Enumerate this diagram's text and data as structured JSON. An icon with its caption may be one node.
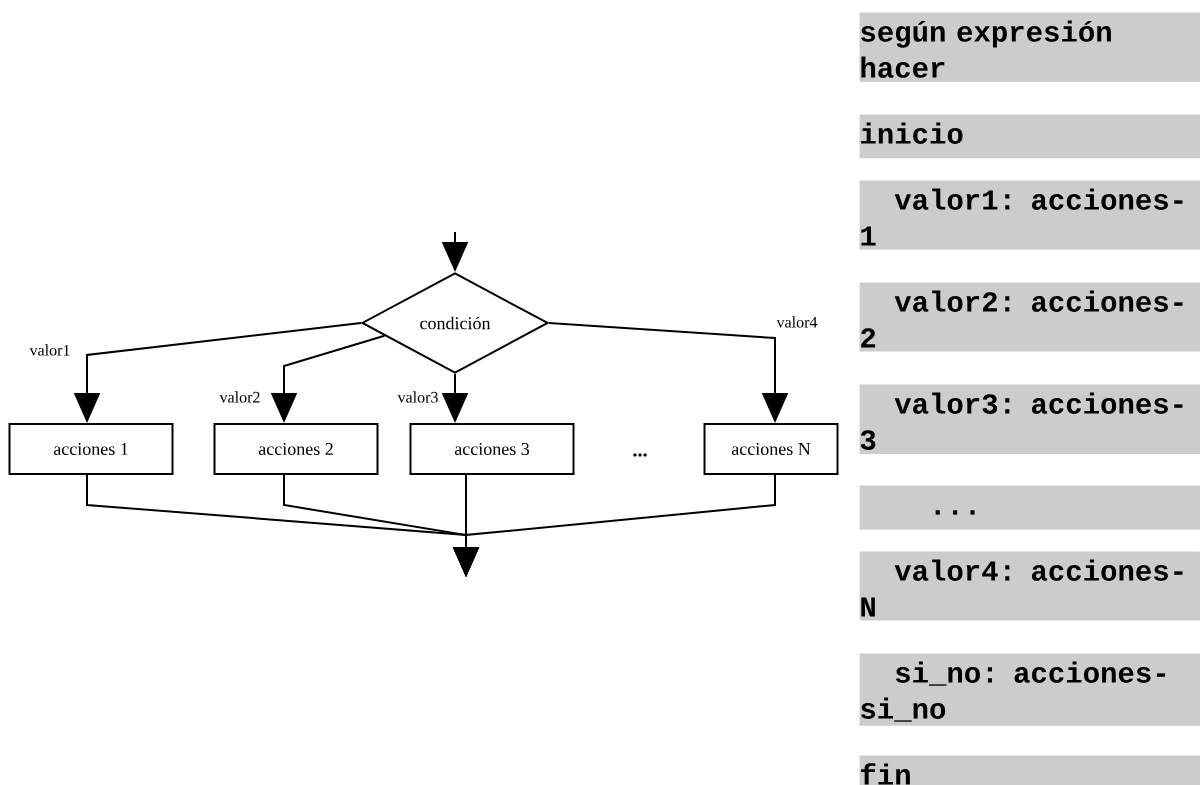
{
  "diagram": {
    "nodes": [
      {
        "text": [
          "condición"
        ]
      },
      {
        "text": [
          "acciones 1"
        ]
      },
      {
        "text": [
          "acciones 2"
        ]
      },
      {
        "text": [
          "acciones 3"
        ]
      },
      {
        "text": [
          "acciones N"
        ]
      }
    ],
    "edges": [
      {
        "from": null,
        "to": 0,
        "arrow": "to"
      },
      {
        "from": 0,
        "to": 1,
        "arrow": "to",
        "label": "valor1"
      },
      {
        "from": 0,
        "to": 2,
        "arrow": "to",
        "label": "valor2"
      },
      {
        "from": 0,
        "to": 3,
        "arrow": "to",
        "label": "valor3"
      },
      {
        "from": 0,
        "to": 4,
        "arrow": "to",
        "label": "valor4"
      },
      {
        "from": 1,
        "to": null,
        "arrow": "to"
      },
      {
        "from": 2,
        "to": null,
        "arrow": "to"
      },
      {
        "from": 3,
        "to": null,
        "arrow": "to"
      },
      {
        "from": 4,
        "to": null,
        "arrow": "to"
      }
    ],
    "labels": [
      "...",
      "según expresión hacer",
      "inicio",
      "valor1: acciones-1",
      "valor2: acciones-2",
      "valor3: acciones-3",
      "...",
      "valor4: acciones-N",
      "si_no: acciones-si_no",
      "fin"
    ]
  }
}
